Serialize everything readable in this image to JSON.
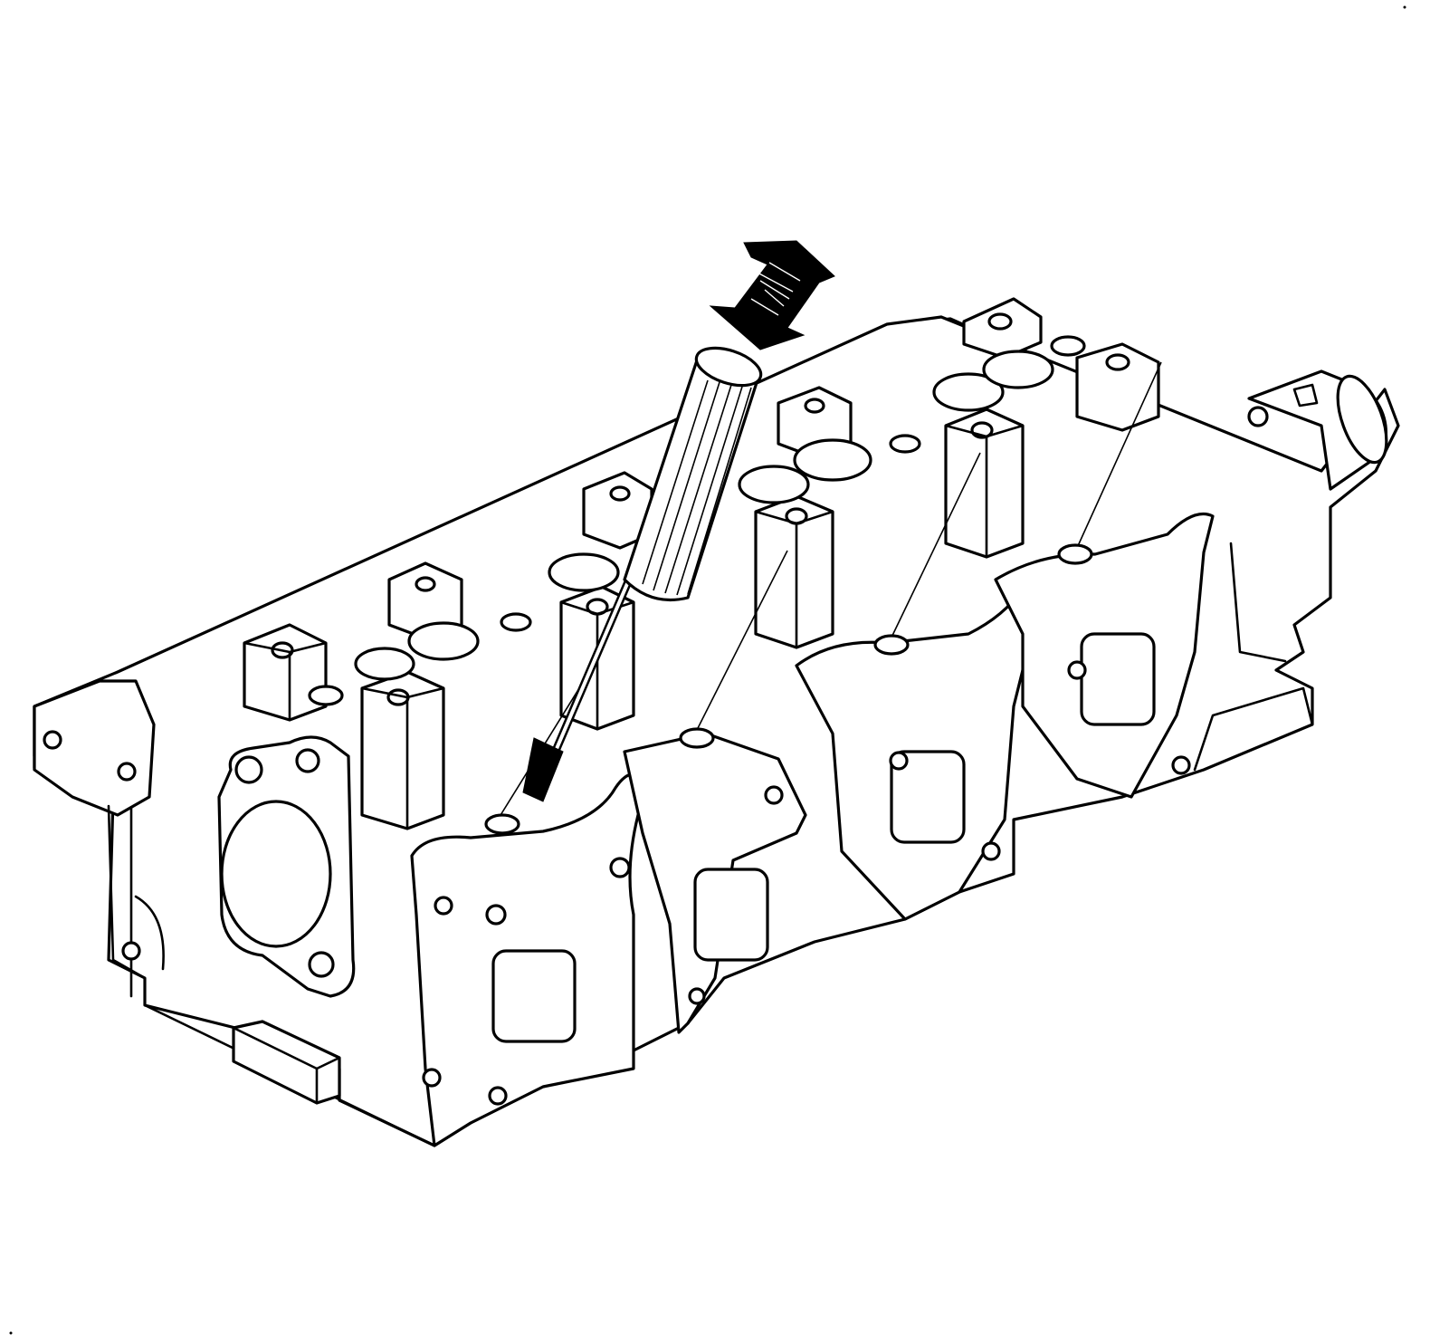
{
  "figure": {
    "subject": "cylinder-head",
    "tool": "screwdriver",
    "motion_indicator": "double-headed-arrow",
    "line_color": "#000000",
    "background_color": "#ffffff"
  }
}
